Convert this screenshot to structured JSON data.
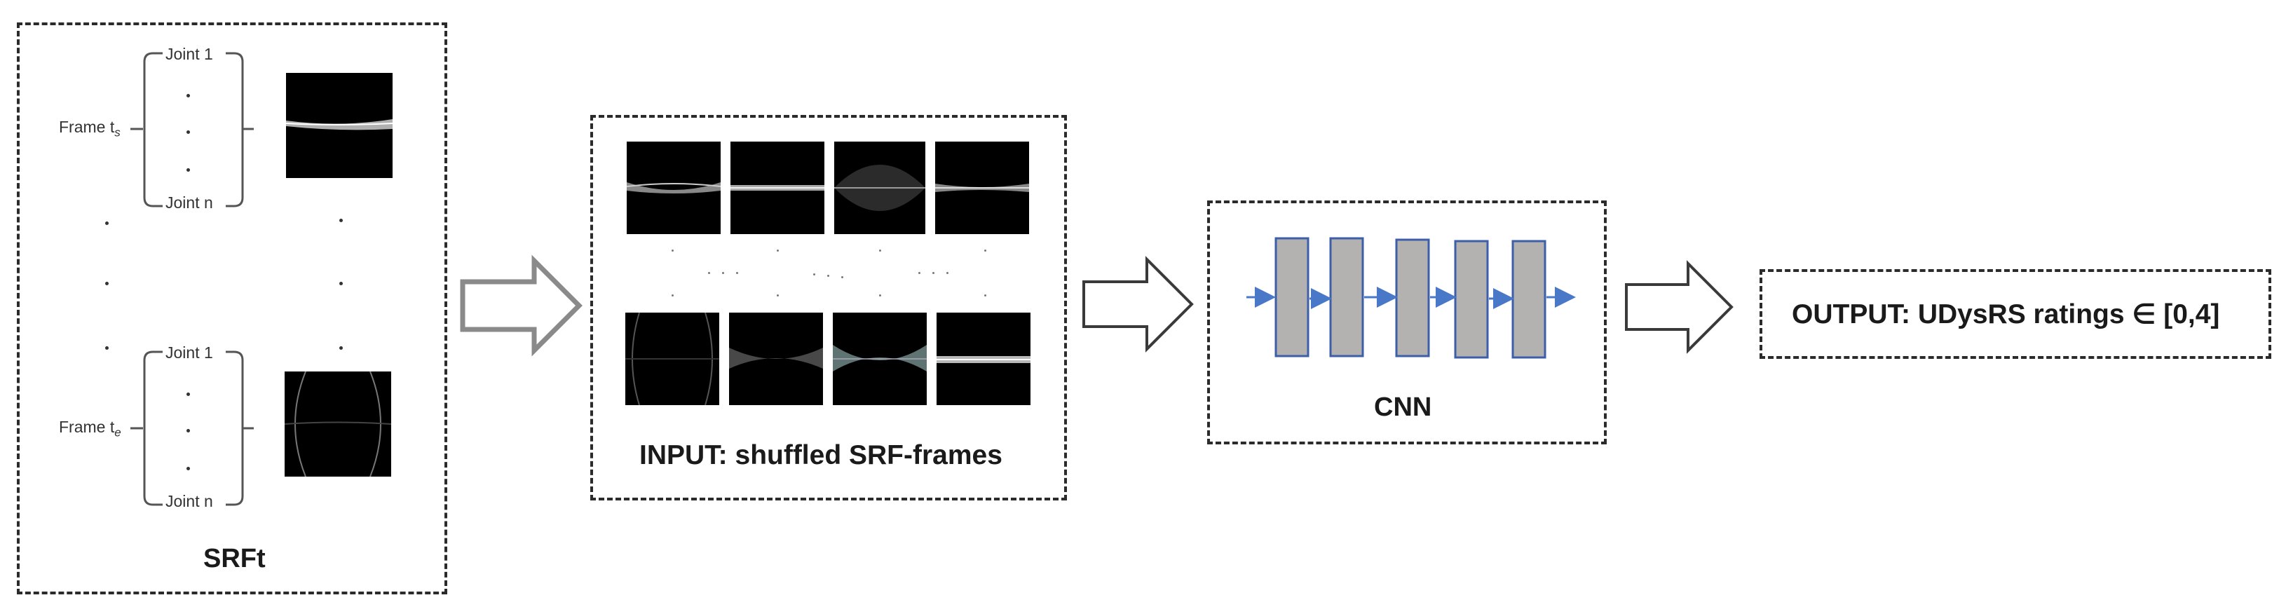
{
  "srft": {
    "title": "SRFt",
    "frame_start_label": "Frame t",
    "frame_start_sub": "s",
    "frame_end_label": "Frame t",
    "frame_end_sub": "e",
    "joint_first": "Joint 1",
    "joint_last": "Joint n"
  },
  "input": {
    "title": "INPUT: shuffled SRF-frames"
  },
  "cnn": {
    "title": "CNN"
  },
  "output": {
    "title": "OUTPUT: UDysRS ratings ∈ [0,4]"
  },
  "colors": {
    "cnn_block_fill": "#b4b1b1",
    "cnn_block_border": "#3d5ea8",
    "cnn_arrow": "#4a78c8"
  }
}
